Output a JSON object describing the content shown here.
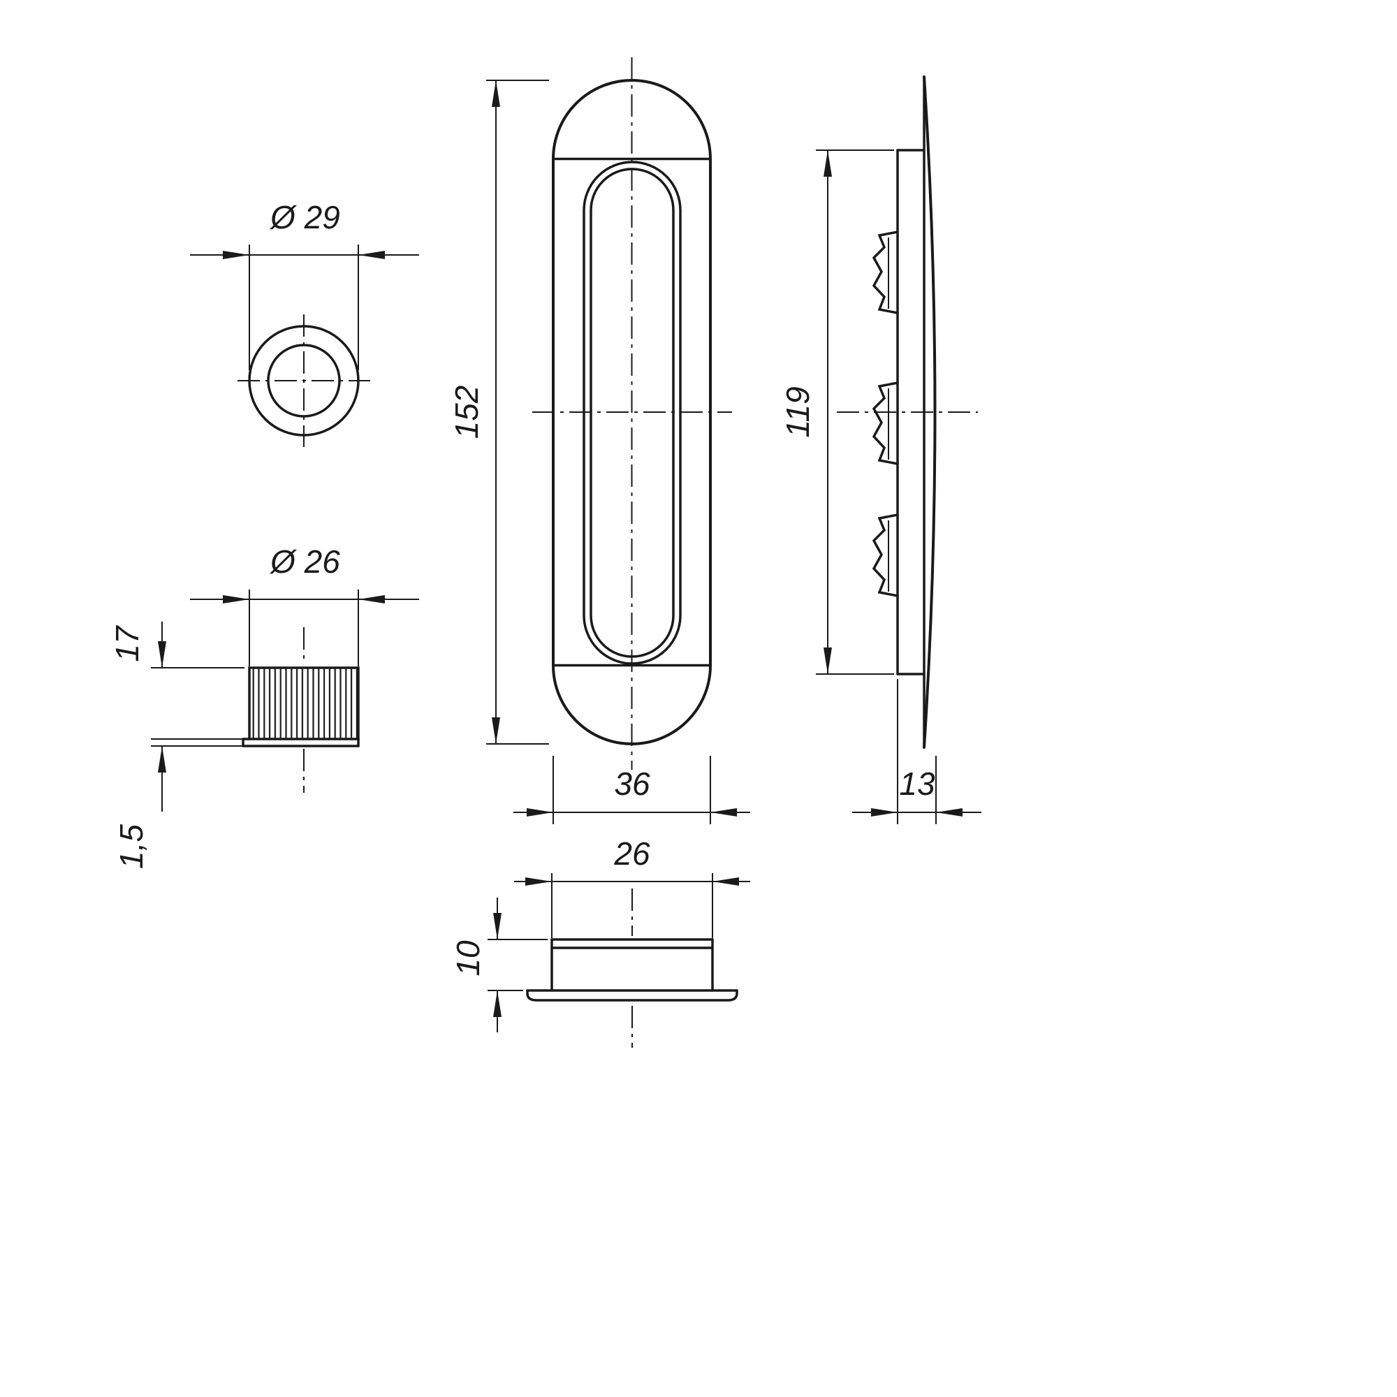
{
  "colors": {
    "line": "#1a1a1a",
    "background": "#ffffff"
  },
  "views": {
    "plug_front": {
      "diameter": "Ø 29"
    },
    "plug_side": {
      "diameter": "Ø 26",
      "height": "17",
      "flange_thickness": "1,5"
    },
    "handle_front": {
      "length": "152",
      "width": "36"
    },
    "plug_section": {
      "width": "26",
      "height": "10"
    },
    "handle_side": {
      "length": "119",
      "depth": "13"
    }
  }
}
